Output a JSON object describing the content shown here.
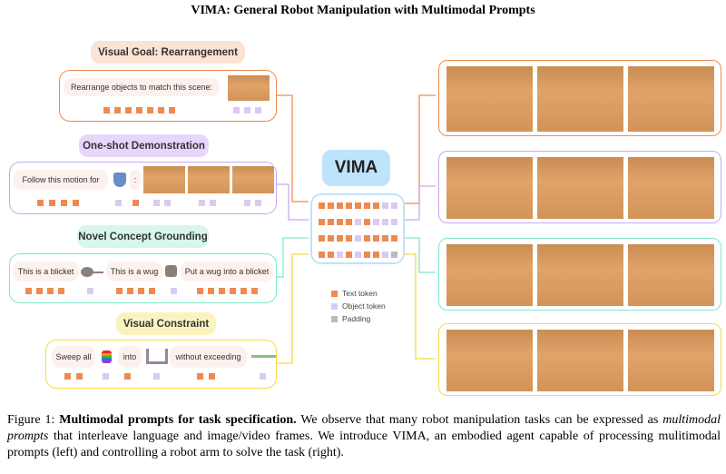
{
  "title": "VIMA: General Robot Manipulation with Multimodal Prompts",
  "model_label": "VIMA",
  "prompts": [
    {
      "label": "Visual Goal: Rearrangement",
      "color": "#f08a4b",
      "pill_bg": "#fbe3d3",
      "text": "Rearrange objects to match this scene:"
    },
    {
      "label": "One-shot Demonstration",
      "color": "#c9a8f2",
      "pill_bg": "#e6d6fb",
      "text": "Follow this motion for",
      "colon": ":"
    },
    {
      "label": "Novel Concept Grounding",
      "color": "#7fe6c6",
      "pill_bg": "#d6f7ea",
      "texts": [
        "This is a blicket",
        "This is a wug",
        "Put a wug into a blicket"
      ]
    },
    {
      "label": "Visual Constraint",
      "color": "#f5d84a",
      "pill_bg": "#fbf3bf",
      "texts": [
        "Sweep all",
        "into",
        "without exceeding"
      ]
    }
  ],
  "token_matrix": [
    [
      "t",
      "t",
      "t",
      "t",
      "t",
      "t",
      "t",
      "o",
      "o"
    ],
    [
      "t",
      "t",
      "t",
      "t",
      "o",
      "t",
      "o",
      "o",
      "o"
    ],
    [
      "t",
      "t",
      "t",
      "t",
      "o",
      "t",
      "t",
      "t",
      "t"
    ],
    [
      "t",
      "t",
      "o",
      "t",
      "o",
      "t",
      "t",
      "o",
      "p"
    ]
  ],
  "legend": {
    "text": "Text token",
    "object": "Object token",
    "padding": "Padding"
  },
  "colors": {
    "text_token": "#ef8a4e",
    "object_token": "#dcc8f6",
    "padding": "#bbbbbb",
    "vima": "#bfe3fb"
  },
  "caption": {
    "prefix": "Figure 1: ",
    "bold": "Multimodal prompts for task specification.",
    "part1": " We observe that many robot manipulation tasks can be expressed as ",
    "italic": "multimodal prompts",
    "part2": " that interleave language and image/video frames. We introduce VIMA, an embodied agent capable of processing mulitimodal prompts (left) and controlling a robot arm to solve the task (right)."
  }
}
